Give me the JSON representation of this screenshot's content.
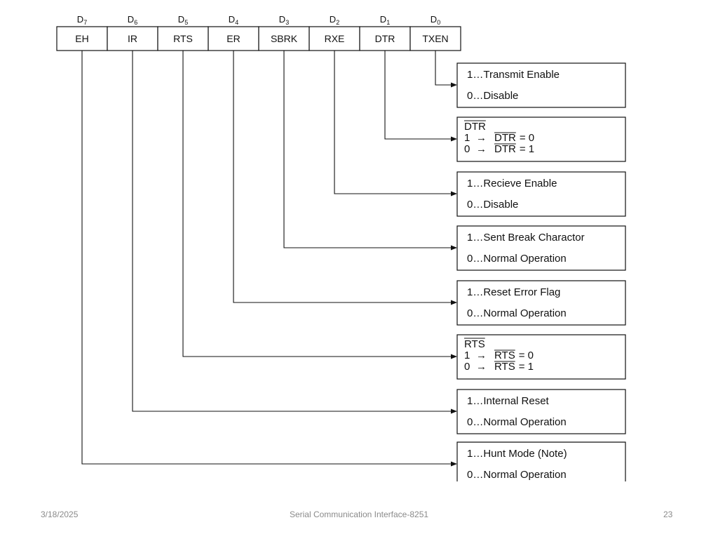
{
  "register": {
    "bits": [
      {
        "index_letter": "D",
        "index_sub": "7",
        "name": "EH"
      },
      {
        "index_letter": "D",
        "index_sub": "6",
        "name": "IR"
      },
      {
        "index_letter": "D",
        "index_sub": "5",
        "name": "RTS"
      },
      {
        "index_letter": "D",
        "index_sub": "4",
        "name": "ER"
      },
      {
        "index_letter": "D",
        "index_sub": "3",
        "name": "SBRK"
      },
      {
        "index_letter": "D",
        "index_sub": "2",
        "name": "RXE"
      },
      {
        "index_letter": "D",
        "index_sub": "1",
        "name": "DTR"
      },
      {
        "index_letter": "D",
        "index_sub": "0",
        "name": "TXEN"
      }
    ]
  },
  "descriptions": [
    {
      "bit": "TXEN",
      "kind": "simple",
      "line1": "1…Transmit Enable",
      "line2": "0…Disable"
    },
    {
      "bit": "DTR",
      "kind": "complement",
      "signal": "DTR",
      "line1_prefix": "1",
      "line1_value": "= 0",
      "line2_prefix": "0",
      "line2_value": "= 1"
    },
    {
      "bit": "RXE",
      "kind": "simple",
      "line1": "1…Recieve Enable",
      "line2": "0…Disable"
    },
    {
      "bit": "SBRK",
      "kind": "simple",
      "line1": "1…Sent Break Charactor",
      "line2": "0…Normal Operation"
    },
    {
      "bit": "ER",
      "kind": "simple",
      "line1": "1…Reset Error Flag",
      "line2": "0…Normal Operation"
    },
    {
      "bit": "RTS",
      "kind": "complement",
      "signal": "RTS",
      "line1_prefix": "1",
      "line1_value": "= 0",
      "line2_prefix": "0",
      "line2_value": "= 1"
    },
    {
      "bit": "IR",
      "kind": "simple",
      "line1": "1…Internal Reset",
      "line2": "0…Normal Operation"
    },
    {
      "bit": "EH",
      "kind": "simple",
      "line1": "1…Hunt Mode (Note)",
      "line2": "0…Normal Operation"
    }
  ],
  "arrow_symbol": "→",
  "footer": {
    "date": "3/18/2025",
    "title": "Serial Communication Interface-8251",
    "page": "23"
  }
}
